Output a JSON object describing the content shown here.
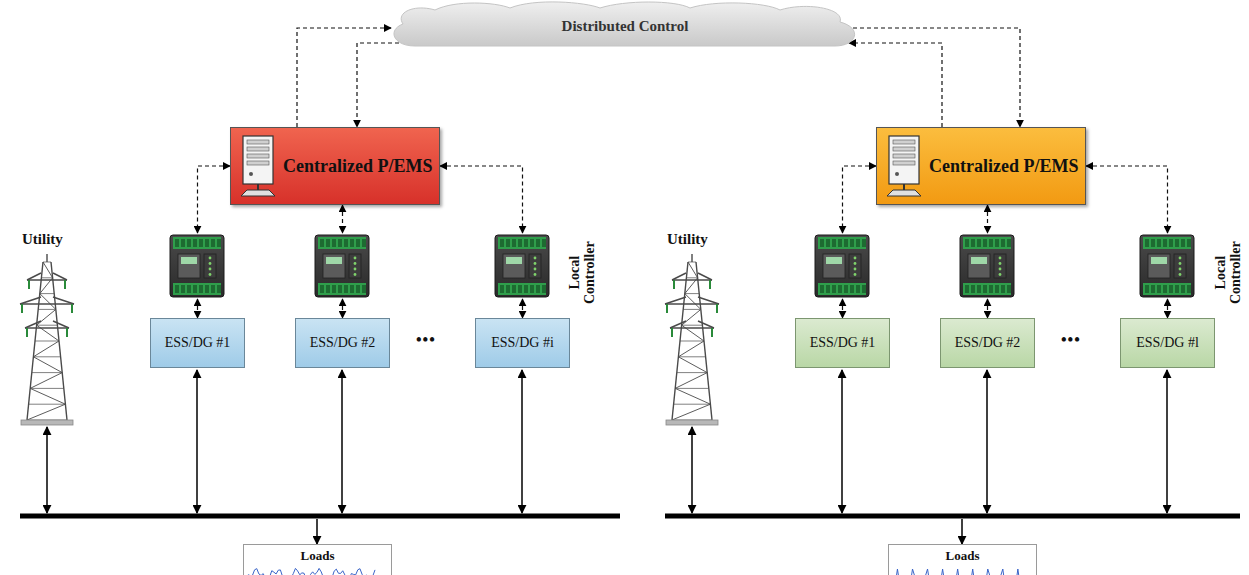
{
  "diagram": {
    "nodes": [
      {
        "text": [
          "Distributed Control"
        ]
      },
      {
        "text": [
          "Centralized P/EMS"
        ]
      },
      {
        "text": [
          "Centralized P/EMS"
        ]
      },
      {
        "text": [
          "ESS/DG #1"
        ]
      },
      {
        "text": [
          "ESS/DG #2"
        ]
      },
      {
        "text": [
          "ESS/DG #i"
        ]
      },
      {
        "text": [
          "ESS/DG #1"
        ]
      },
      {
        "text": [
          "ESS/DG #2"
        ]
      },
      {
        "text": [
          "ESS/DG #l"
        ]
      },
      {
        "text": [
          "Loads"
        ]
      },
      {
        "text": [
          "Loads"
        ]
      }
    ],
    "edges": [
      {
        "from": 1,
        "to": 0,
        "arrow": "to"
      },
      {
        "from": 0,
        "to": 1,
        "arrow": "to"
      },
      {
        "from": 1,
        "to": 3,
        "arrow": "both"
      },
      {
        "from": 1,
        "to": 4,
        "arrow": "both"
      },
      {
        "from": 1,
        "to": 5,
        "arrow": "both"
      },
      {
        "from": 2,
        "to": 0,
        "arrow": "to"
      },
      {
        "from": 0,
        "to": 2,
        "arrow": "to"
      },
      {
        "from": 2,
        "to": 6,
        "arrow": "both"
      },
      {
        "from": 2,
        "to": 7,
        "arrow": "both"
      },
      {
        "from": 2,
        "to": 8,
        "arrow": "both"
      }
    ],
    "labels": [
      "Utility",
      "•••",
      "Local Controller",
      "Utility",
      "•••",
      "Local Controller"
    ]
  }
}
